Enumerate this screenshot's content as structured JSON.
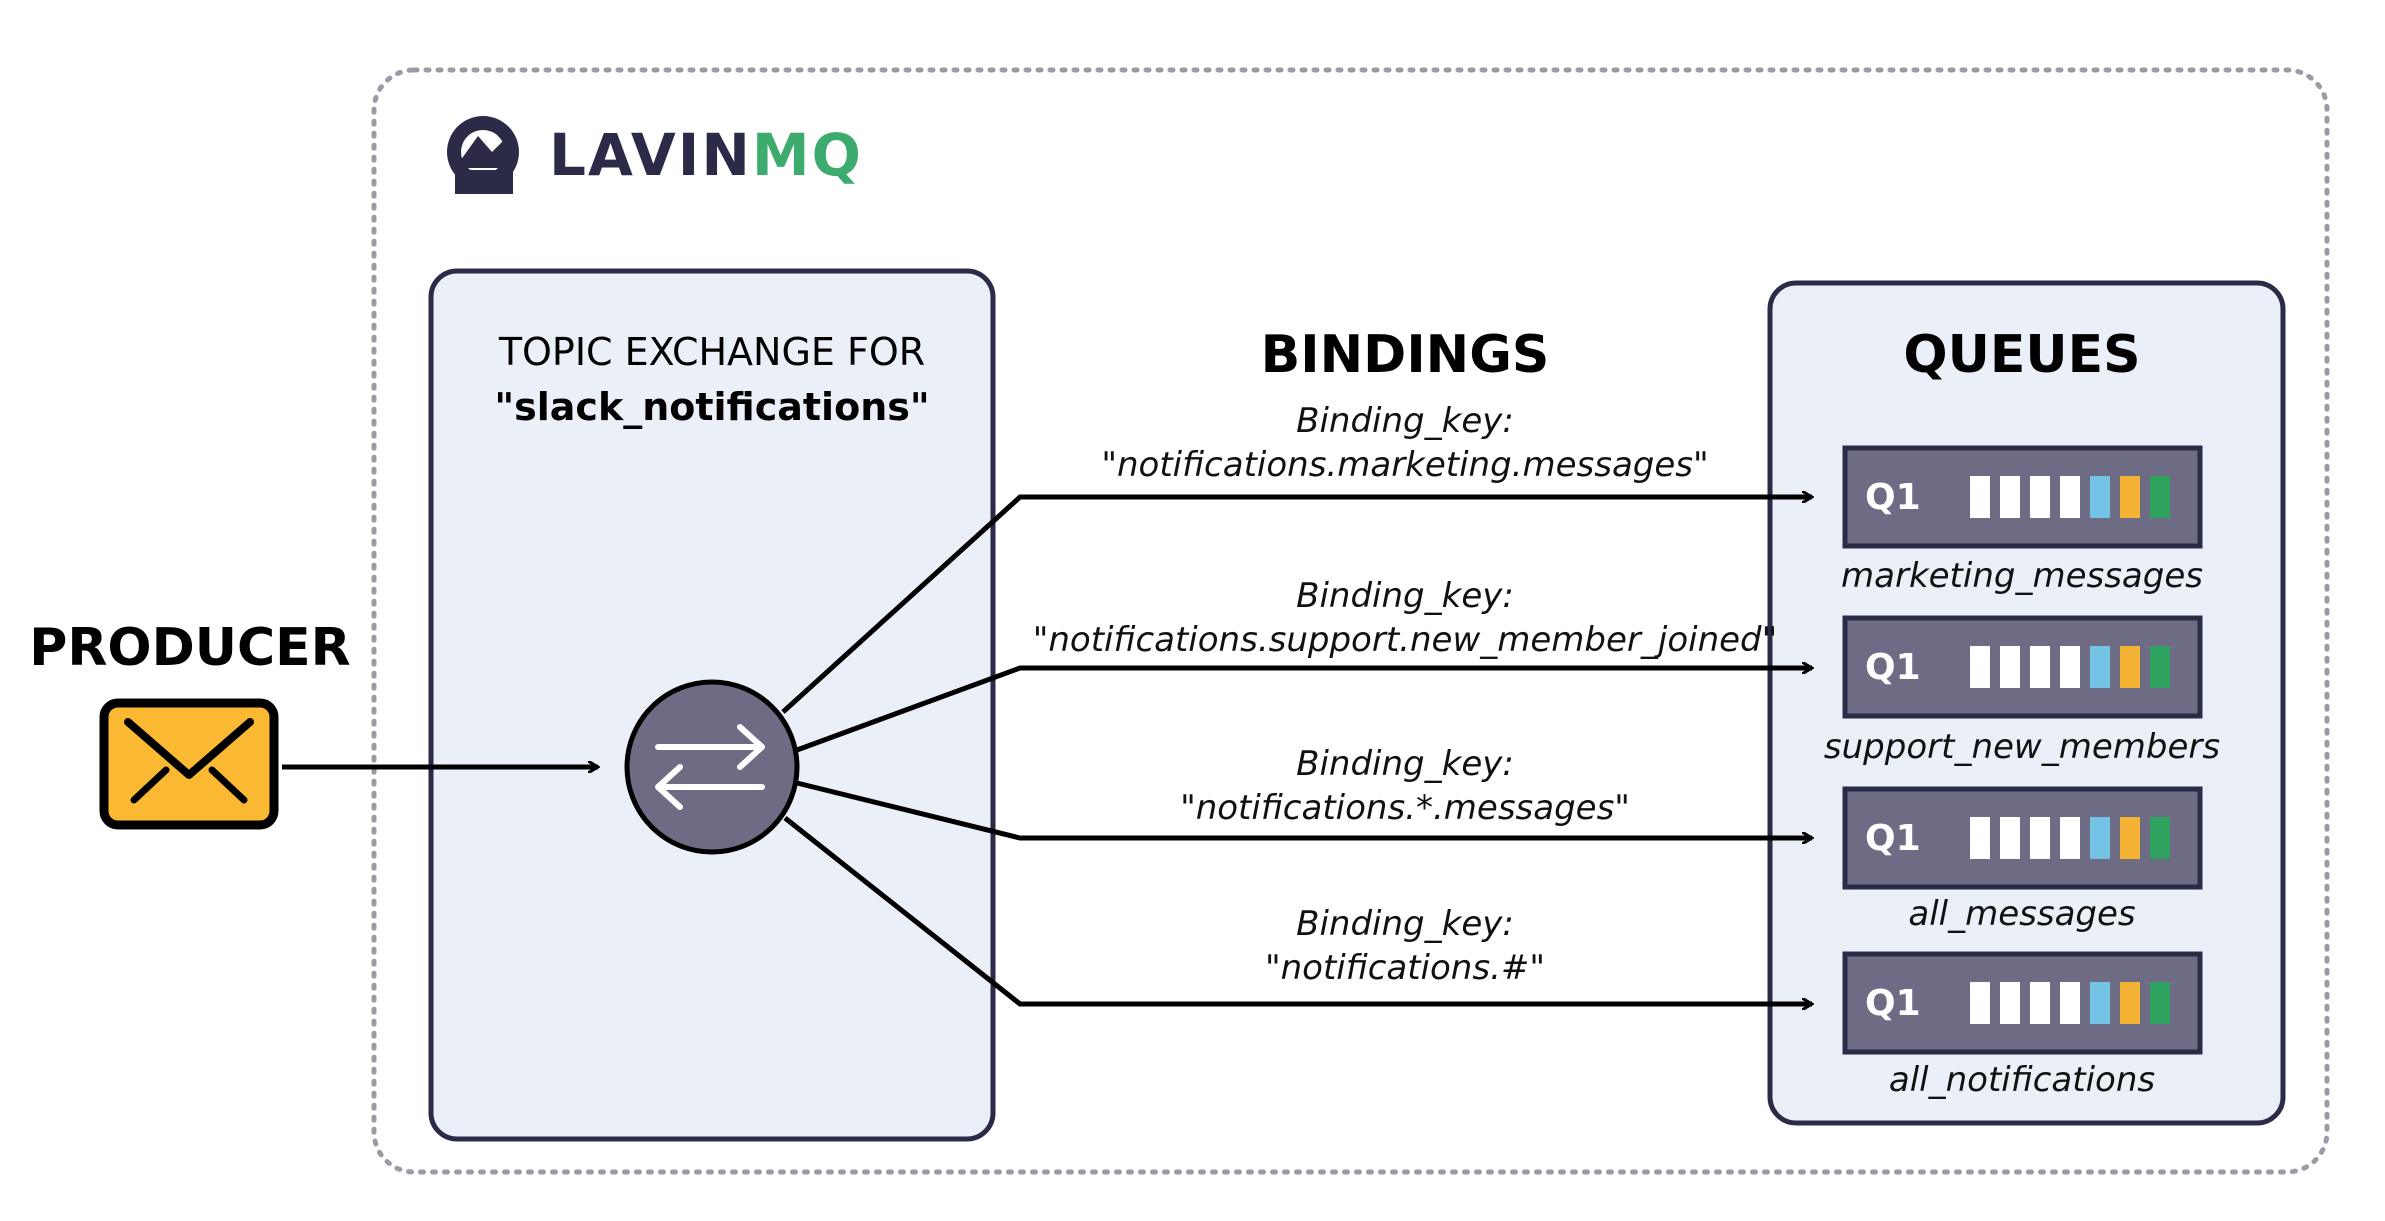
{
  "logo": {
    "word_dark": "LAVIN",
    "word_green": "MQ"
  },
  "producer": {
    "label": "PRODUCER",
    "icon": "envelope-icon"
  },
  "exchange": {
    "title_line1": "TOPIC EXCHANGE FOR",
    "title_line2": "\"slack_notifications\"",
    "icon": "swap-arrows-icon"
  },
  "bindings": {
    "heading": "BINDINGS",
    "items": [
      {
        "key_label": "Binding_key:",
        "key": "\"notifications.marketing.messages\""
      },
      {
        "key_label": "Binding_key:",
        "key": "\"notifications.support.new_member_joined\""
      },
      {
        "key_label": "Binding_key:",
        "key": "\"notifications.*.messages\""
      },
      {
        "key_label": "Binding_key:",
        "key": "\"notifications.#\""
      }
    ]
  },
  "queues": {
    "heading": "QUEUES",
    "items": [
      {
        "badge": "Q1",
        "name": "marketing_messages"
      },
      {
        "badge": "Q1",
        "name": "support_new_members"
      },
      {
        "badge": "Q1",
        "name": "all_messages"
      },
      {
        "badge": "Q1",
        "name": "all_notifications"
      }
    ]
  },
  "colors": {
    "dark": "#2b2a47",
    "green": "#3dab6e",
    "panel": "#eaeff8",
    "queue": "#6e6c84",
    "envelope": "#fbb933",
    "blue": "#74c3e4",
    "orange": "#f5b335",
    "msg_green": "#2fa25f"
  }
}
